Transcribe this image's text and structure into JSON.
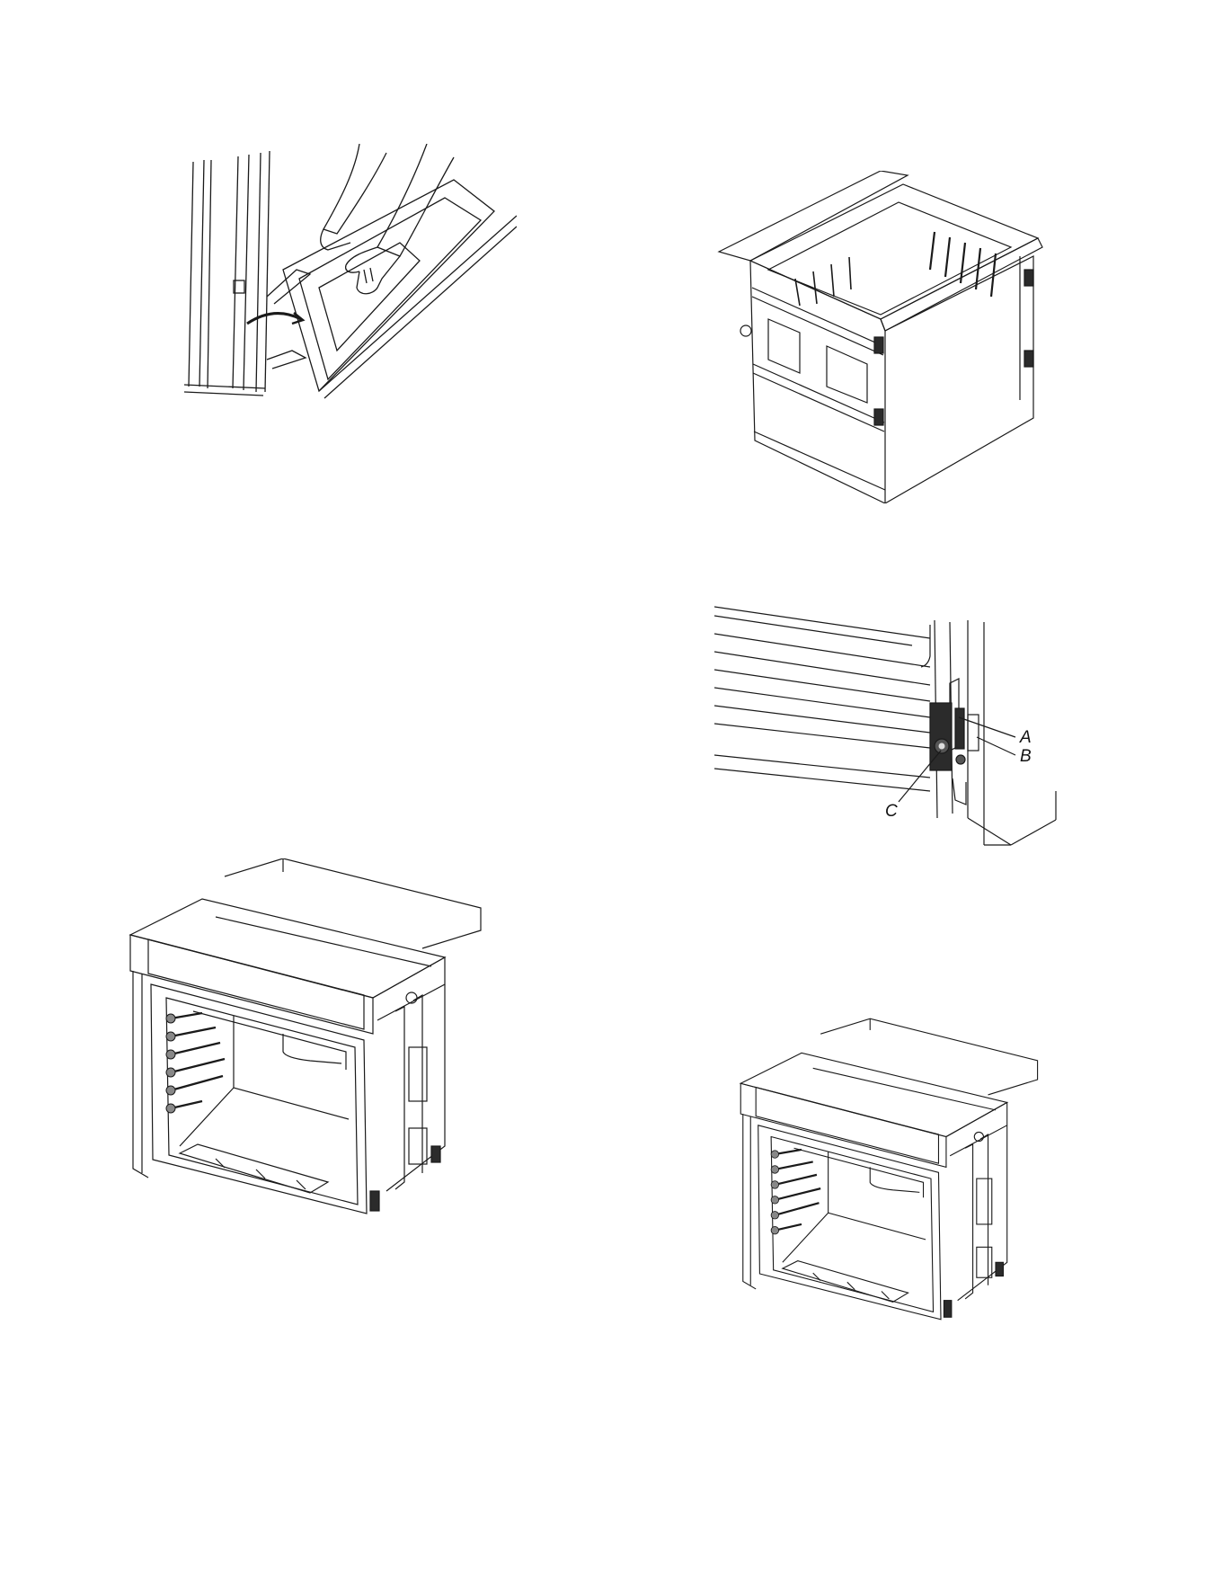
{
  "figures": [
    {
      "id": "door-removal",
      "icon": "door-removal-illustration"
    },
    {
      "id": "oven-cavity-box",
      "icon": "oven-cavity-illustration"
    },
    {
      "id": "hinge-detail",
      "icon": "hinge-bracket-illustration",
      "callouts": {
        "a": "A",
        "b": "B",
        "c": "C"
      }
    },
    {
      "id": "oven-assembly-left",
      "icon": "oven-chassis-illustration"
    },
    {
      "id": "oven-assembly-right",
      "icon": "oven-chassis-illustration"
    }
  ],
  "colors": {
    "line": "#1a1a1a",
    "dark_part": "#2b2b2b",
    "paper": "#ffffff"
  }
}
